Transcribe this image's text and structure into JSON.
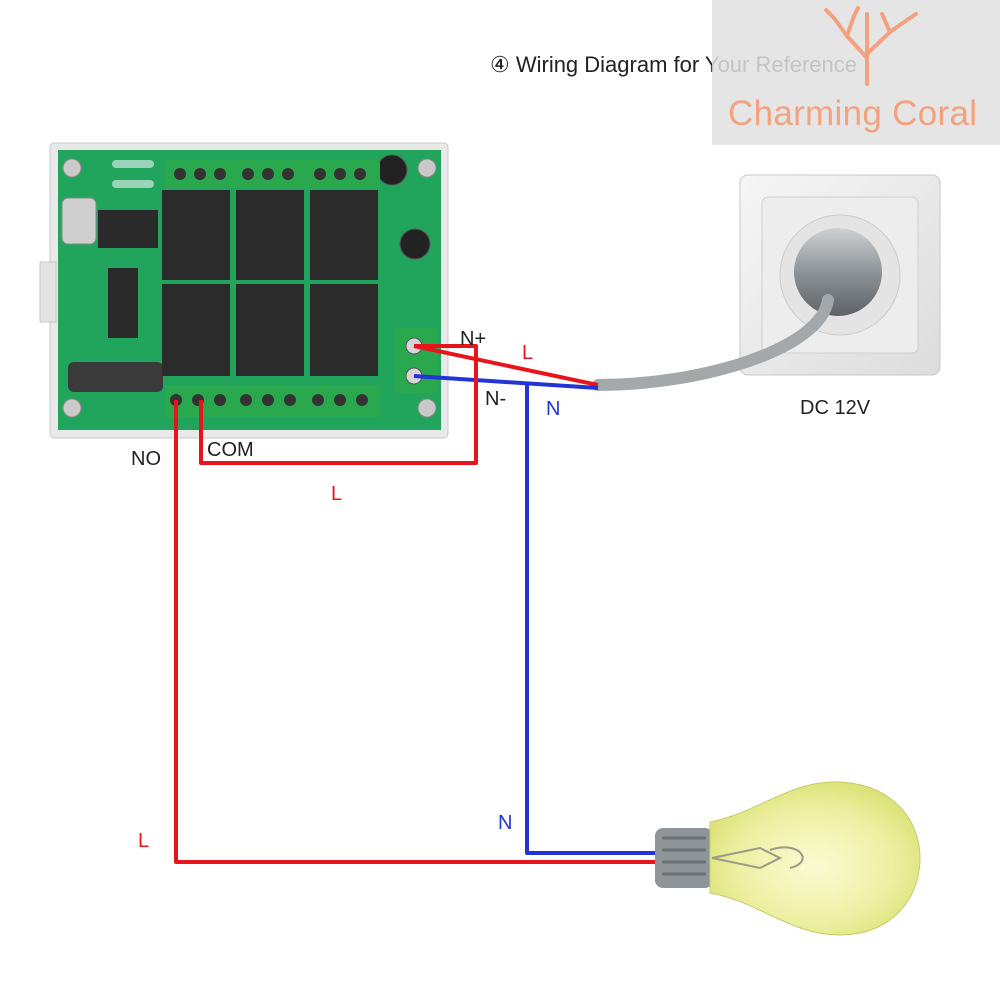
{
  "title": "④ Wiring Diagram for Your Reference",
  "watermark": {
    "text": "Charming Coral"
  },
  "terminals": {
    "positive": "N+",
    "negative": "N-",
    "no": "NO",
    "com": "COM"
  },
  "wires": {
    "live_supply": "L",
    "neutral_supply": "N",
    "live_jumper": "L",
    "live_lamp": "L",
    "neutral_lamp": "N"
  },
  "power_source": {
    "label": "DC 12V"
  },
  "colors": {
    "live": "#e8141c",
    "neutral": "#2433d6",
    "board": "#1f9e57",
    "relay": "#2b2b2b",
    "terminal": "#2aa84e",
    "coral": "#f3a27f"
  }
}
